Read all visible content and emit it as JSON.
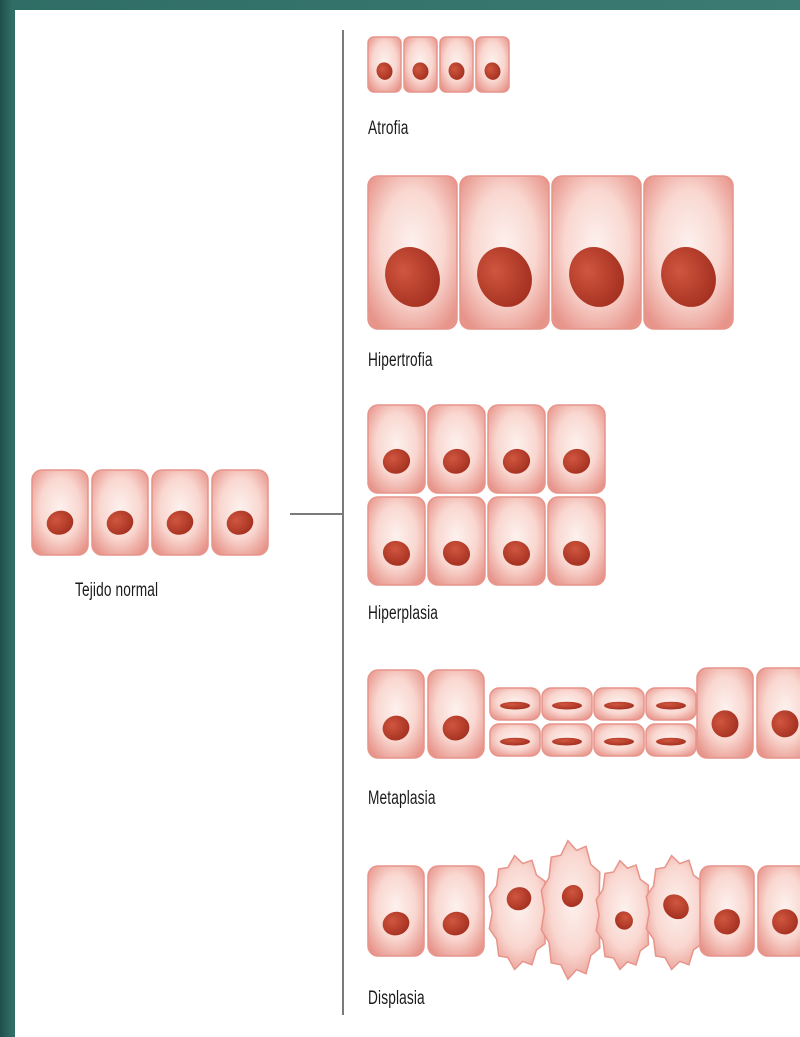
{
  "diagram": {
    "colors": {
      "cell_fill": "#f9d7d0",
      "cell_edge": "#e7948a",
      "nucleus": "#b33a27",
      "line": "#7a7a7a",
      "slide_bg": "#2f6d66"
    },
    "source": {
      "label": "Tejido normal"
    },
    "adaptations": [
      {
        "id": "atrofia",
        "label": "Atrofia"
      },
      {
        "id": "hipertrofia",
        "label": "Hipertrofia"
      },
      {
        "id": "hiperplasia",
        "label": "Hiperplasia"
      },
      {
        "id": "metaplasia",
        "label": "Metaplasia"
      },
      {
        "id": "displasia",
        "label": "Displasia"
      }
    ]
  }
}
